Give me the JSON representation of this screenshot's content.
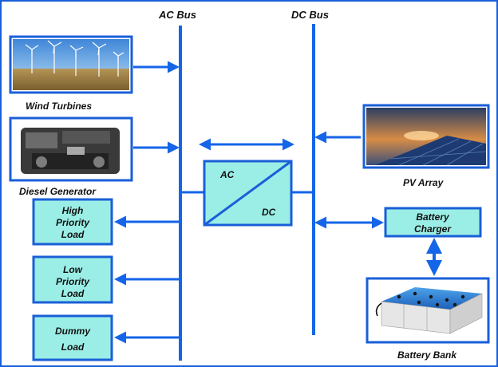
{
  "buses": {
    "ac_label": "AC Bus",
    "dc_label": "DC Bus"
  },
  "sources": {
    "wind_label": "Wind Turbines",
    "diesel_label": "Diesel Generator",
    "pv_label": "PV Array"
  },
  "converter": {
    "ac_text": "AC",
    "dc_text": "DC"
  },
  "loads": {
    "high_line1": "High",
    "high_line2": "Priority",
    "high_line3": "Load",
    "low_line1": "Low",
    "low_line2": "Priority",
    "low_line3": "Load",
    "dummy_line1": "Dummy",
    "dummy_line2": "Load"
  },
  "storage": {
    "charger_line1": "Battery",
    "charger_line2": "Charger",
    "bank_label": "Battery Bank"
  },
  "colors": {
    "line": "#1565e8",
    "box_fill": "#9beee6",
    "border": "#1a5fd8"
  }
}
